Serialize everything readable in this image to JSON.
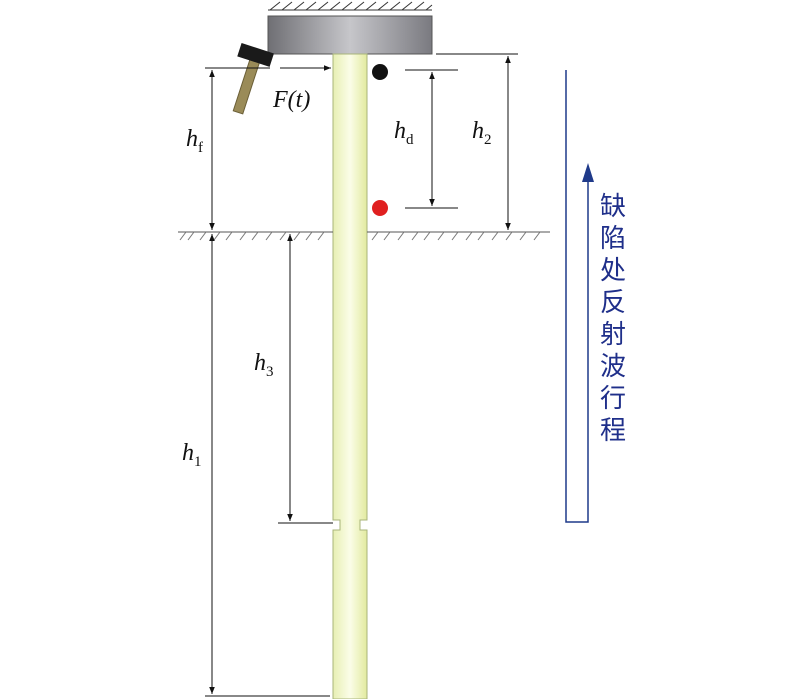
{
  "labels": {
    "force": "F(t)",
    "h_f": {
      "main": "h",
      "sub": "f"
    },
    "h_d": {
      "main": "h",
      "sub": "d"
    },
    "h_2": {
      "main": "h",
      "sub": "2"
    },
    "h_3": {
      "main": "h",
      "sub": "3"
    },
    "h_1": {
      "main": "h",
      "sub": "1"
    }
  },
  "side_text": [
    "缺",
    "陷",
    "处",
    "反",
    "射",
    "波",
    "行",
    "程"
  ],
  "colors": {
    "pile": "#f0f5c8",
    "pile_edge": "#b7c48a",
    "cap": "#8e8e93",
    "sensor_top": "#111111",
    "sensor_bottom": "#e02020",
    "arrow_blue": "#1f3a8a",
    "hammer_handle": "#9a8b58",
    "hammer_head": "#1a1a1a"
  },
  "icons": [
    "hammer-icon",
    "sensor-dot-black",
    "sensor-dot-red",
    "up-arrow-icon"
  ]
}
